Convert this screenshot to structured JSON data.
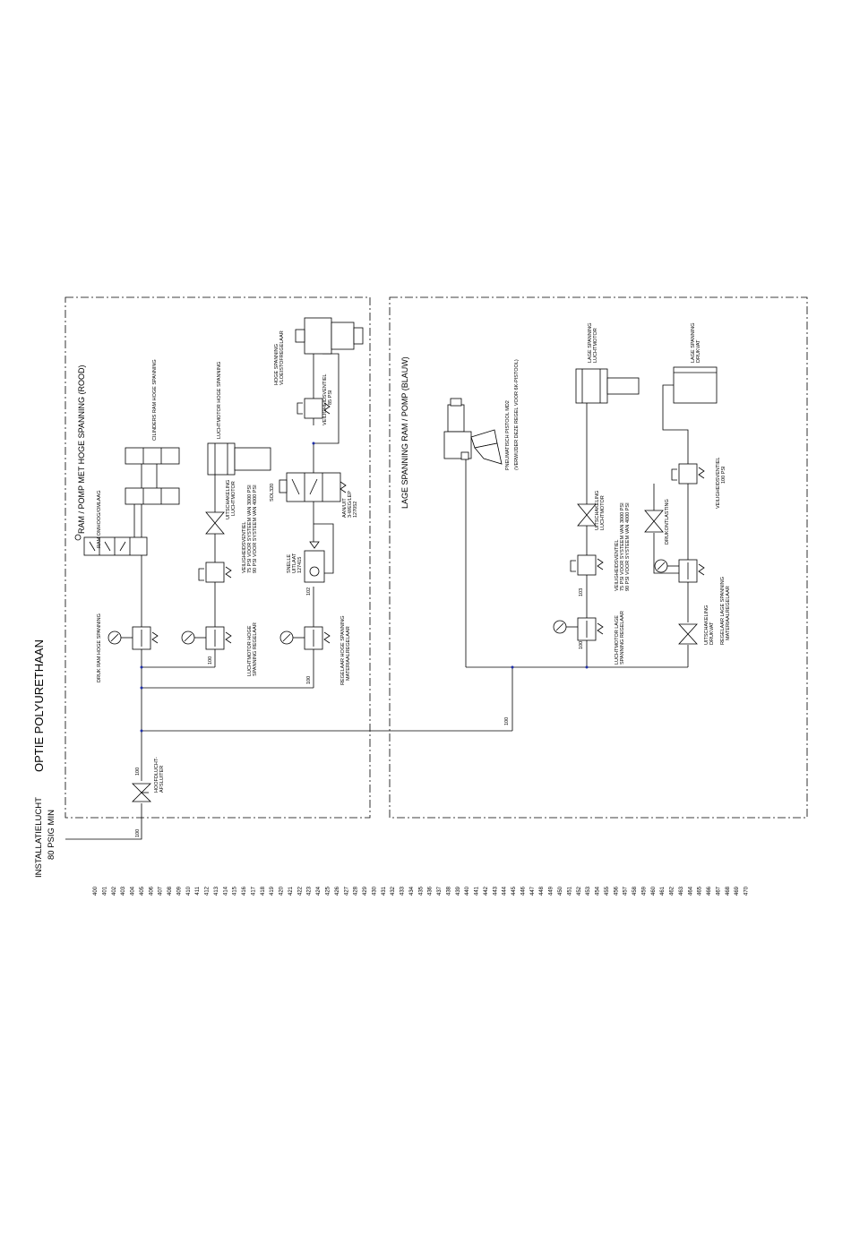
{
  "title": "OPTIE POLYURETHAAN",
  "supply": {
    "line1": "INSTALLATIELUCHT",
    "line2": "80 PSIG MIN"
  },
  "sections": {
    "high": "RAM / POMP MET HOGE SPANNING (ROOD)",
    "low": "LAGE SPANNING RAM / POMP (BLAUW)"
  },
  "labels": {
    "main_valve": [
      "HOOFDLUCHT-",
      "AFSLUITER"
    ],
    "druk_ram": "DRUK RAM HOGE SPANNING",
    "ram_omhoog": "RAM OMHOOG/OMLAAG",
    "cilinders": "CILINDERS RAM HOGE SPANNING",
    "luchtmotor_hoog": "LUCHTMOTOR HOGE SPANNING",
    "uitschakeling_hoog": [
      "UITSCHAKELING",
      "LUCHTMOTOR"
    ],
    "veiligheid_hoog": [
      "VEILIGHEIDSVENTIEL",
      "75 PSI VOOR SYSTEEM VAN 3000 PSI",
      "90 PSI VOOR SYSTEEM VAN 4000 PSI"
    ],
    "luchtmotor_regel_hoog": [
      "LUCHTMOTOR HOGE",
      "SPANNING REGELAAR"
    ],
    "snelle_uitlaat": [
      "SNELLE",
      "UITLAAT",
      "127415"
    ],
    "sol320": "SOL320",
    "aanuit": [
      "AAN/UIT",
      "3-WEG/LEP",
      "127052"
    ],
    "veiligheid_85": [
      "VEILIGHEIDSVENTIEL",
      "85 PSI"
    ],
    "vloeistof_regel": [
      "HOGE SPANNING",
      "VLOEISTOFREGELAAR"
    ],
    "regelaar_materiaal_hoog": [
      "REGELAAR HOGE SPANNING",
      "MATERIAALREGELAAR"
    ],
    "pistool": [
      "PNEUMATISCH PISTOOL MD2",
      "(VERWIJDER DEZE REGEL VOOR 6K-PISTOOL)"
    ],
    "luchtmotor_laag": [
      "LAGE SPANNING",
      "LUCHTMOTOR"
    ],
    "uitschakeling_laag": [
      "UITSCHAKELING",
      "LUCHTMOTOR"
    ],
    "veiligheid_laag": [
      "VEILIGHEIDSVENTIEL",
      "75 PSI VOOR SYSTEEM VAN 3000 PSI",
      "90 PSI VOOR SYSTEEM VAN 4000 PSI"
    ],
    "luchtmotor_regel_laag": [
      "LUCHTMOTOR LAGE",
      "SPANNING REGELAAR"
    ],
    "drukvat": [
      "LAGE SPANNING",
      "DRUKVAT"
    ],
    "veiligheid_100": [
      "VEILIGHEIDSVENTIEL",
      "100 PSI"
    ],
    "drukontlasting": "DRUKONTLASTING",
    "uitschakeling_drukvat": [
      "UITSCHAKELING",
      "DRUKVAT"
    ],
    "regelaar_materiaal_laag": [
      "REGELAAR LAGE SPANNING",
      "MATERIAALREGELAAR"
    ]
  },
  "line_numbers": [
    "400",
    "401",
    "402",
    "403",
    "404",
    "405",
    "406",
    "407",
    "408",
    "409",
    "410",
    "411",
    "412",
    "413",
    "414",
    "415",
    "416",
    "417",
    "418",
    "419",
    "420",
    "421",
    "422",
    "423",
    "424",
    "425",
    "426",
    "427",
    "428",
    "429",
    "430",
    "431",
    "432",
    "433",
    "434",
    "435",
    "436",
    "437",
    "438",
    "439",
    "440",
    "441",
    "442",
    "443",
    "444",
    "445",
    "446",
    "447",
    "448",
    "449",
    "450",
    "451",
    "452",
    "453",
    "454",
    "455",
    "456",
    "457",
    "458",
    "459",
    "460",
    "461",
    "462",
    "463",
    "464",
    "465",
    "466",
    "467",
    "468",
    "469",
    "470"
  ],
  "pipe_numbers": {
    "p1": "100",
    "p2": "100",
    "p3": "100",
    "p4": "100",
    "p5": "102",
    "p6": "100",
    "p7": "100",
    "p8": "103",
    "p9": "104"
  }
}
